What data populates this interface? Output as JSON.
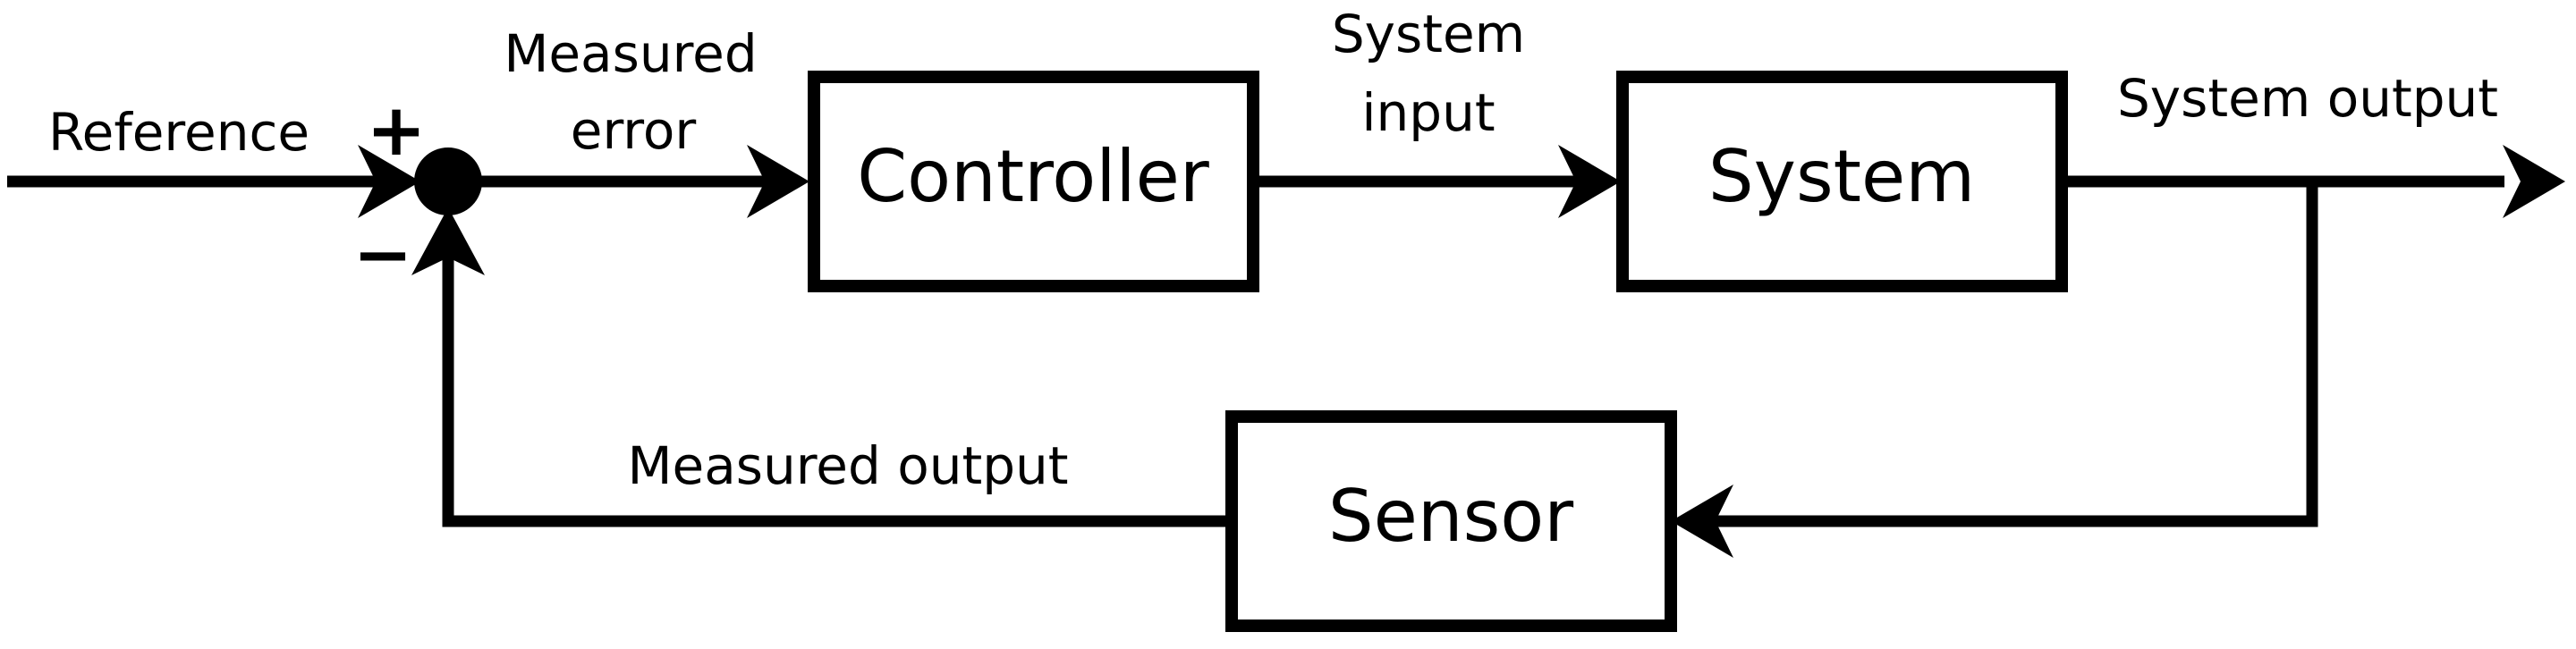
{
  "blocks": {
    "controller": "Controller",
    "system": "System",
    "sensor": "Sensor"
  },
  "signals": {
    "reference": "Reference",
    "measured_error_line1": "Measured",
    "measured_error_line2": "error",
    "system_input_line1": "System",
    "system_input_line2": "input",
    "system_output": "System output",
    "measured_output": "Measured output"
  },
  "summing_junction": {
    "plus": "+",
    "minus": "−"
  },
  "colors": {
    "stroke": "#000000",
    "background": "#ffffff"
  }
}
